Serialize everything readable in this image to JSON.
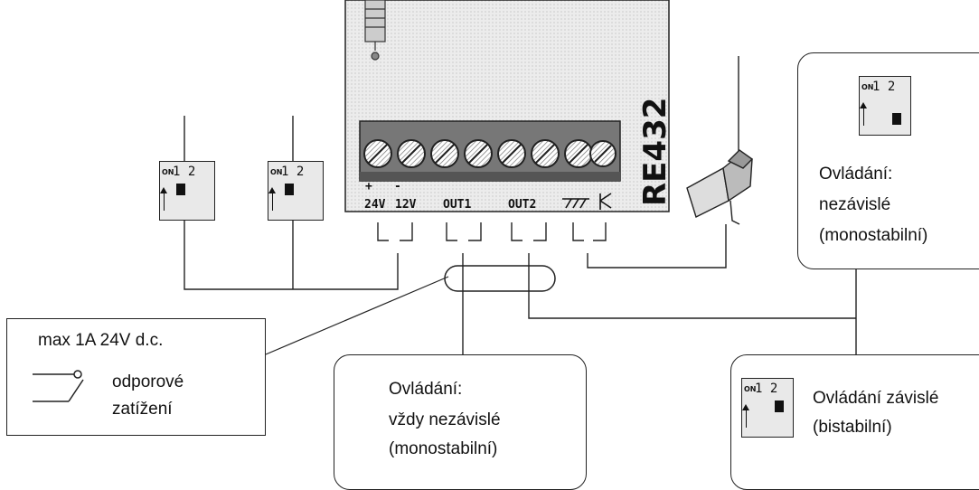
{
  "module": {
    "name": "RE432"
  },
  "terminals": {
    "labels": [
      "24V",
      "12V",
      "OUT1",
      "OUT2"
    ],
    "polarity_plus": "+",
    "polarity_minus": "-"
  },
  "dip_switch": {
    "on": "ON",
    "numbers": "1 2"
  },
  "callouts": {
    "load": {
      "line1": "max 1A 24V d.c.",
      "line2": "odporové",
      "line3": "zatížení"
    },
    "center": {
      "line1": "Ovládání:",
      "line2": "vždy nezávislé",
      "line3": "(monostabilní)"
    },
    "top_right": {
      "line1": "Ovládání:",
      "line2": "nezávislé",
      "line3": "(monostabilní)"
    },
    "bottom_right": {
      "line1": "Ovládání závislé",
      "line2": "(bistabilní)"
    }
  },
  "icons": [
    "relay-contact-icon",
    "antenna-icon",
    "ground-icon",
    "dip-switch-icon"
  ]
}
